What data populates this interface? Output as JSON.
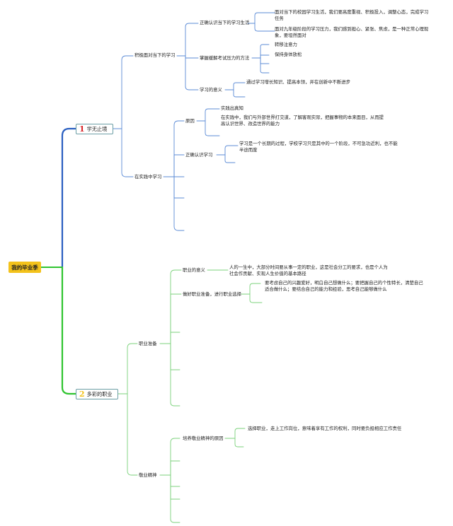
{
  "root": {
    "label": "我的毕业季"
  },
  "branch1": {
    "number": "1",
    "label": "学无止境",
    "color": "#2a5fc1",
    "topics": {
      "face_study": {
        "label": "积极面对当下的学习",
        "correct": {
          "label": "正确认识当下的学习生活",
          "items": [
            "面对当下的校园学习生活，我们要高度重视、积极投入，调整心态，完成学习任务",
            "面对九年级阶段的学习压力，我们感到担心、紧张、焦虑，是一种正常心理现象，要坦然面对"
          ]
        },
        "methods": {
          "label": "掌握缓解考试压力的方法",
          "items": [
            "转移注意力",
            "保持身体放松"
          ]
        },
        "meaning": {
          "label": "学习的意义",
          "items": [
            "通过学习增长知识、提高本领，并在创新中不断进步"
          ]
        }
      },
      "practice": {
        "label": "在实践中学习",
        "reason": {
          "label": "原因",
          "items": [
            "实践出真知",
            "在实践中，我们与外部世界打交道，了解客观实际，把握事物的本来面目，从而提高认识世界、改造世界的能力"
          ]
        },
        "correct": {
          "label": "正确认识学习",
          "items": [
            "学习是一个长期的过程，学校学习只是其中的一个阶段，不可急功近利，也不能半途而废"
          ]
        }
      }
    }
  },
  "branch2": {
    "number": "2",
    "label": "多彩的职业",
    "color": "#2fc42f",
    "topics": {
      "prep": {
        "label": "职业准备",
        "meaning": {
          "label": "职业的意义",
          "items": [
            "人的一生中，大部分时间要从事一定的职业，这是社会分工的要求，也是个人为社会作贡献、实现人生价值的基本路径"
          ]
        },
        "choose": {
          "label": "做好职业准备，进行职业选择",
          "items": [
            "要考虑自己的兴趣爱好，明白自己想做什么；要把握自己的个性特长，清楚自己适合做什么；要结合自己的能力和经验，思考自己能够做什么"
          ]
        }
      },
      "spirit": {
        "label": "敬业精神",
        "cultivate": {
          "label": "培养敬业精神的原因",
          "items": [
            "选择职业，走上工作岗位，意味着享有工作的权利，同时要负担相应工作责任"
          ]
        }
      }
    }
  },
  "colors": {
    "root_fill": "#f3c21b",
    "level1_border": "#6b9ea5",
    "minor_line": "#5b8bd6",
    "green_minor": "#7bd27b"
  }
}
